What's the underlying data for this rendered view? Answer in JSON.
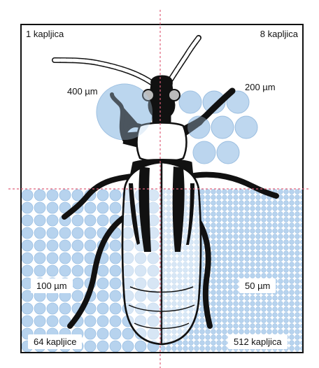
{
  "quadrants": {
    "top_left": {
      "count_label": "1 kapljica",
      "size_label": "400 µm"
    },
    "top_right": {
      "count_label": "8 kapljica",
      "size_label": "200 µm"
    },
    "bottom_left": {
      "count_label": "64 kapljice",
      "size_label": "100 µm"
    },
    "bottom_right": {
      "count_label": "512 kapljica",
      "size_label": "50 µm"
    }
  },
  "colors": {
    "droplet_fill": "#b7d3ee",
    "droplet_stroke": "#8fb6dc",
    "insect_body": "#111111",
    "crosshair": "#e0607a",
    "frame": "#111111"
  },
  "icons": [
    "beetle-illustration",
    "droplet-circles"
  ]
}
